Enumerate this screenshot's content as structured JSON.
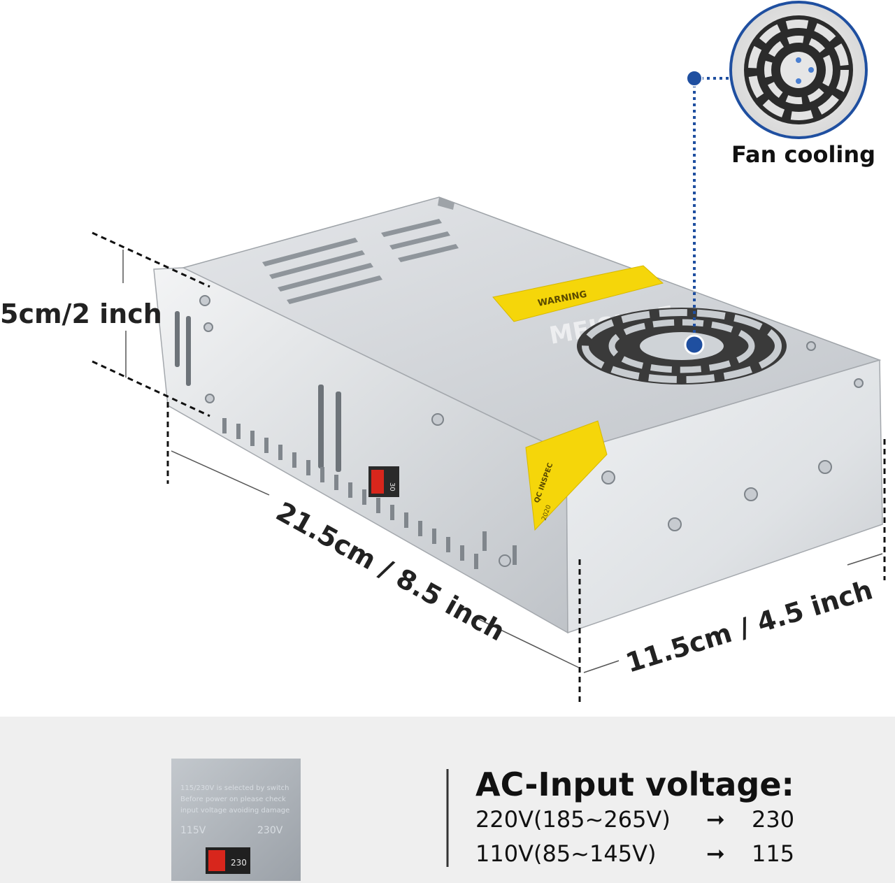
{
  "labels": {
    "height": "5cm/2 inch",
    "length": "21.5cm / 8.5 inch",
    "width": "11.5cm / 4.5 inch",
    "fan": "Fan cooling",
    "watermark": "MEISHILE"
  },
  "product": {
    "switch_number": "230",
    "switch_number_small": "30",
    "warning_label": "WARNING",
    "qc_label": "QC INSPEC",
    "year": "2020",
    "switch_text_lines": [
      "115/230V is selected by switch",
      "Before power on please check",
      "input voltage avoiding damage"
    ],
    "switch_left": "115V",
    "switch_right": "230V"
  },
  "spec": {
    "title": "AC-Input voltage:",
    "rows": [
      {
        "input": "220V(185~265V)",
        "arrow": "➞",
        "setting": "230"
      },
      {
        "input": "110V(85~145V)",
        "arrow": "➞",
        "setting": "115"
      }
    ]
  },
  "colors": {
    "accent_blue": "#1f4fa0",
    "label_yellow": "#f5d60a",
    "switch_red": "#d8261c",
    "band_gray": "#efefef"
  }
}
